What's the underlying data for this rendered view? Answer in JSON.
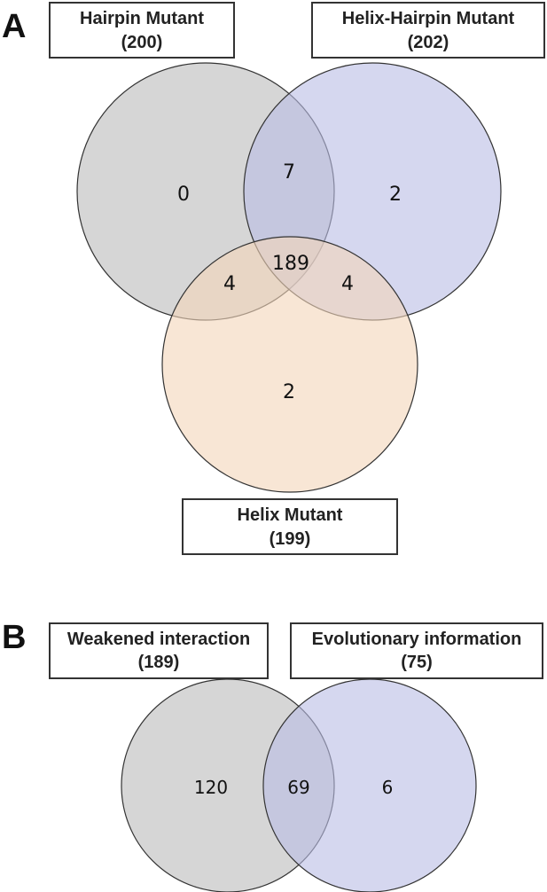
{
  "panels": {
    "a": {
      "letter": "A",
      "sets": {
        "hairpin": {
          "label": "Hairpin Mutant",
          "total": "(200)"
        },
        "helix_hairpin": {
          "label": "Helix-Hairpin Mutant",
          "total": "(202)"
        },
        "helix": {
          "label": "Helix Mutant",
          "total": "(199)"
        }
      },
      "regions": {
        "hairpin_only": "0",
        "helix_hairpin_only": "2",
        "helix_only": "2",
        "hairpin_and_helix_hairpin": "7",
        "hairpin_and_helix": "4",
        "helix_hairpin_and_helix": "4",
        "all_three": "189"
      }
    },
    "b": {
      "letter": "B",
      "sets": {
        "weakened": {
          "label": "Weakened interaction",
          "total": "(189)"
        },
        "evolutionary": {
          "label": "Evolutionary information",
          "total": "(75)"
        }
      },
      "regions": {
        "weakened_only": "120",
        "overlap": "69",
        "evolutionary_only": "6"
      }
    }
  },
  "colors": {
    "gray": "#c8c8c8",
    "lavender": "#b9bde4",
    "peach": "#f3d6b9",
    "outline": "#333333"
  }
}
